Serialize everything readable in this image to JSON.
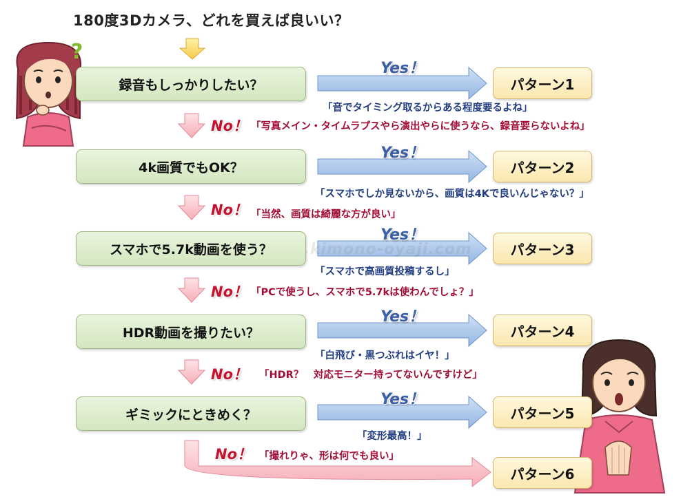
{
  "title": "180度3Dカメラ、どれを買えば良いい？",
  "question_mark": "?",
  "watermark": "www.kimono-oyaji.com",
  "yes_label": "Yes！",
  "no_label": "No！",
  "steps": [
    {
      "question": "録音もしっかりしたい？",
      "pattern": "パターン1",
      "yes_comment": "「音でタイミング取るからある程度要るよね」",
      "no_comment": "「写真メイン・タイムラプスやら演出やらに使うなら、録音要らないよね」"
    },
    {
      "question": "4k画質でもOK？",
      "pattern": "パターン2",
      "yes_comment": "「スマホでしか見ないから、画質は4Kで良いんじゃない？」",
      "no_comment": "「当然、画質は綺麗な方が良い」"
    },
    {
      "question": "スマホで5.7k動画を使う？",
      "pattern": "パターン3",
      "yes_comment": "「スマホで高画質投稿するし」",
      "no_comment": "「PCで使うし、スマホで5.7kは使わんでしょ？」"
    },
    {
      "question": "HDR動画を撮りたい？",
      "pattern": "パターン4",
      "yes_comment": "「白飛び・黒つぶれはイヤ！」",
      "no_comment": "「HDR？　対応モニター持ってないんですけど」"
    },
    {
      "question": "ギミックにときめく？",
      "pattern": "パターン5",
      "yes_comment": "「変形最高！」",
      "no_comment": "「撮れりゃ、形は何でも良い」"
    }
  ],
  "final_pattern": "パターン6",
  "colors": {
    "question_bg": "#d9ebc6",
    "pattern_bg": "#fdefc3",
    "yes_text": "#3a5fa6",
    "no_text": "#c5142f",
    "yes_arrow": "#a9c6ea",
    "no_arrow": "#f9c2c8"
  },
  "icons": {
    "start_arrow": "down-arrow-icon",
    "woman_top": "woman-thinking-illustration",
    "woman_bottom": "woman-surprised-illustration"
  }
}
